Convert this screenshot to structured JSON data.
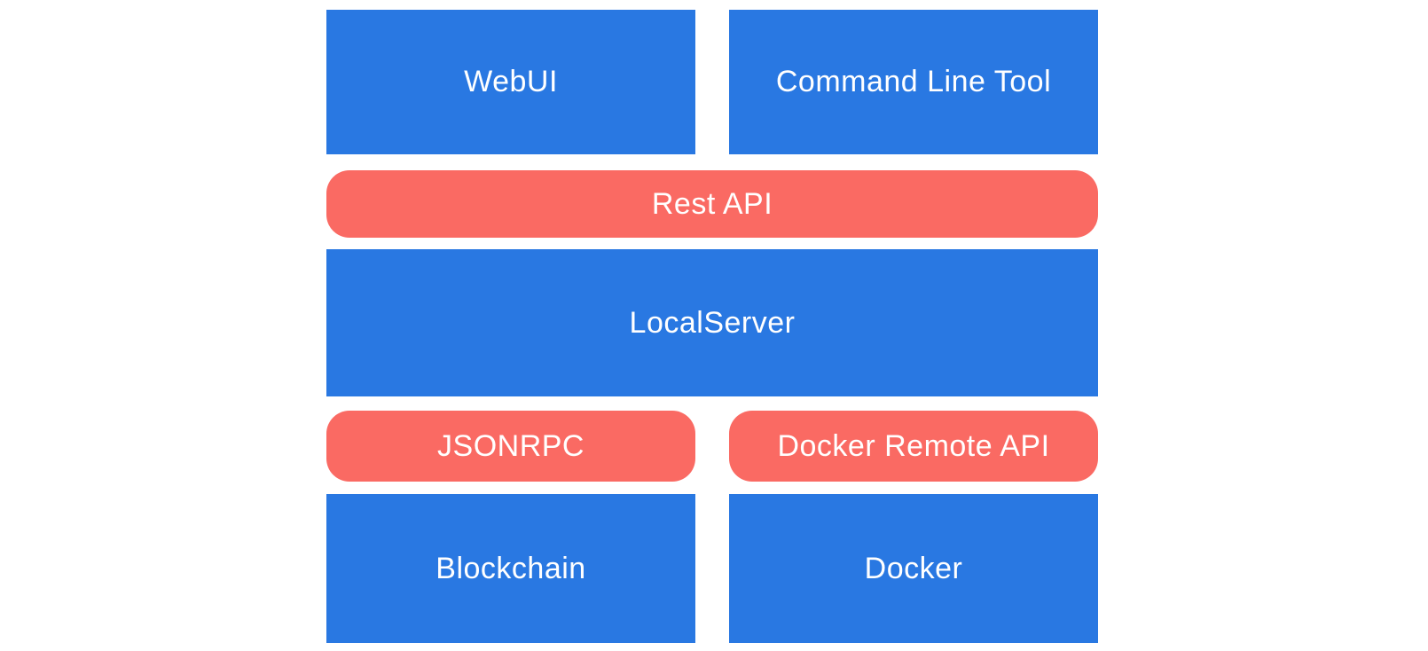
{
  "diagram": {
    "kind": "architecture-diagram",
    "colors": {
      "component_fill": "#2978E2",
      "api_fill": "#FA6A63",
      "label_text": "#FFFFFF",
      "background": "#FFFFFF"
    },
    "nodes": {
      "webui": {
        "label": "WebUI",
        "type": "component"
      },
      "cli": {
        "label": "Command Line Tool",
        "type": "component"
      },
      "rest_api": {
        "label": "Rest API",
        "type": "api"
      },
      "local_server": {
        "label": "LocalServer",
        "type": "component"
      },
      "jsonrpc": {
        "label": "JSONRPC",
        "type": "api"
      },
      "docker_remote_api": {
        "label": "Docker Remote API",
        "type": "api"
      },
      "blockchain": {
        "label": "Blockchain",
        "type": "component"
      },
      "docker": {
        "label": "Docker",
        "type": "component"
      }
    },
    "layers": [
      {
        "name": "clients",
        "members": [
          "webui",
          "cli"
        ]
      },
      {
        "name": "rest-api",
        "members": [
          "rest_api"
        ]
      },
      {
        "name": "server",
        "members": [
          "local_server"
        ]
      },
      {
        "name": "rpc-apis",
        "members": [
          "jsonrpc",
          "docker_remote_api"
        ]
      },
      {
        "name": "backends",
        "members": [
          "blockchain",
          "docker"
        ]
      }
    ]
  }
}
